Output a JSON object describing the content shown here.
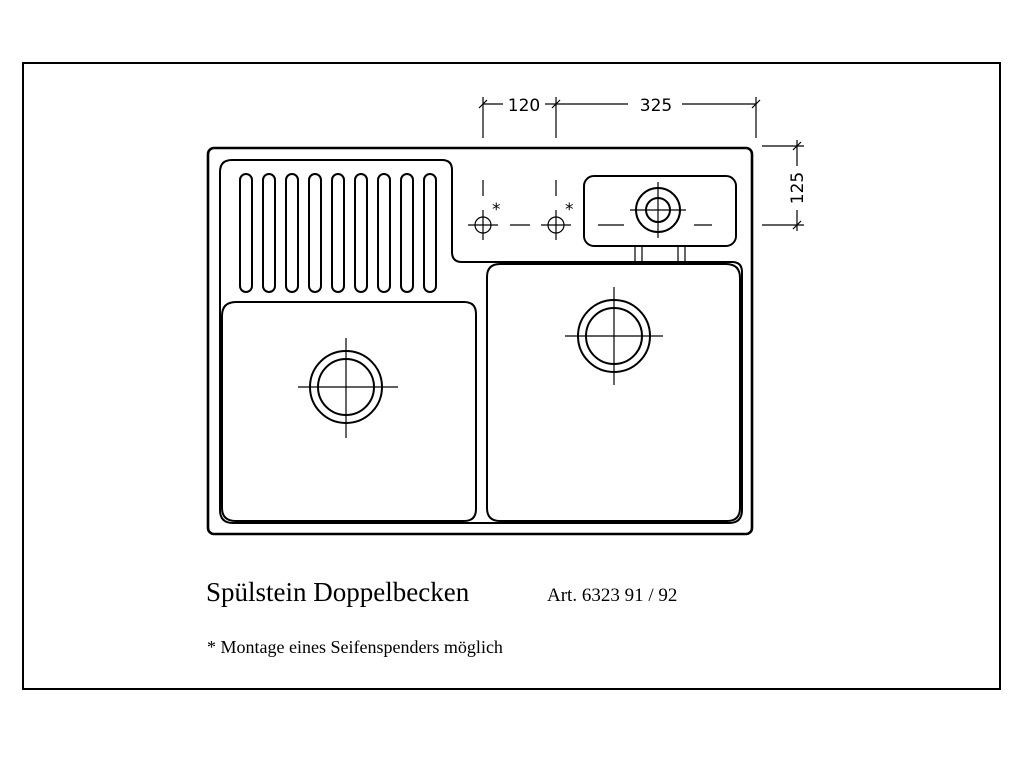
{
  "dimensions": {
    "tap_offset": "120",
    "dispenser_offset": "325",
    "depth": "125"
  },
  "markers": {
    "tap_hole_1": "*",
    "tap_hole_2": "*"
  },
  "caption": {
    "title": "Spülstein Doppelbecken",
    "article": "Art. 6323 91 / 92",
    "note": "* Montage eines Seifenspenders möglich"
  }
}
